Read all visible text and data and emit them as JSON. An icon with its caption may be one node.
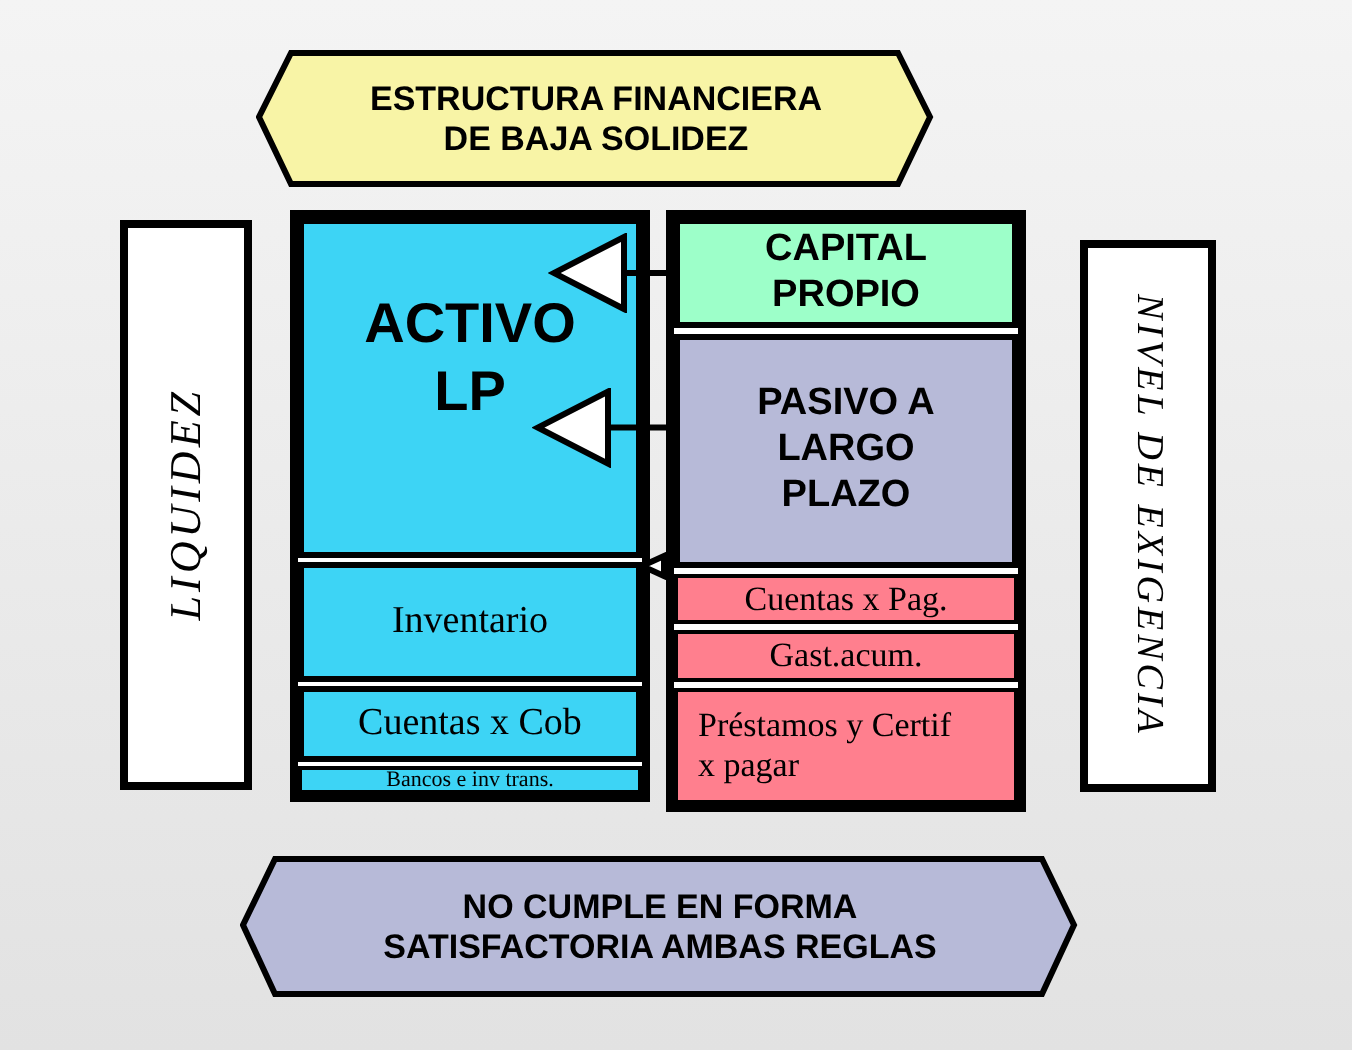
{
  "diagram": {
    "nodes": [
      {
        "text": [
          "ESTRUCTURA FINANCIERA DE BAJA SOLIDEZ"
        ]
      },
      {
        "text": [
          "LIQUIDEZ"
        ]
      },
      {
        "text": [
          "ACTIVO LP"
        ]
      },
      {
        "text": [
          "Inventario"
        ]
      },
      {
        "text": [
          "Cuentas x Cob"
        ]
      },
      {
        "text": [
          "Bancos e inv trans."
        ]
      },
      {
        "text": [
          "CAPITAL PROPIO"
        ]
      },
      {
        "text": [
          "PASIVO A LARGO PLAZO"
        ]
      },
      {
        "text": [
          "Cuentas x Pag."
        ]
      },
      {
        "text": [
          "Gast.acum."
        ]
      },
      {
        "text": [
          "Préstamos y Certif x pagar"
        ]
      },
      {
        "text": [
          "NIVEL DE EXIGENCIA"
        ]
      },
      {
        "text": [
          "NO CUMPLE EN FORMA SATISFACTORIA AMBAS REGLAS"
        ]
      }
    ],
    "edges": [
      {
        "from": 6,
        "to": 2,
        "arrow": "to"
      },
      {
        "from": 7,
        "to": 2,
        "arrow": "to"
      },
      {
        "from": 8,
        "to": 2,
        "arrow": "to"
      }
    ]
  }
}
